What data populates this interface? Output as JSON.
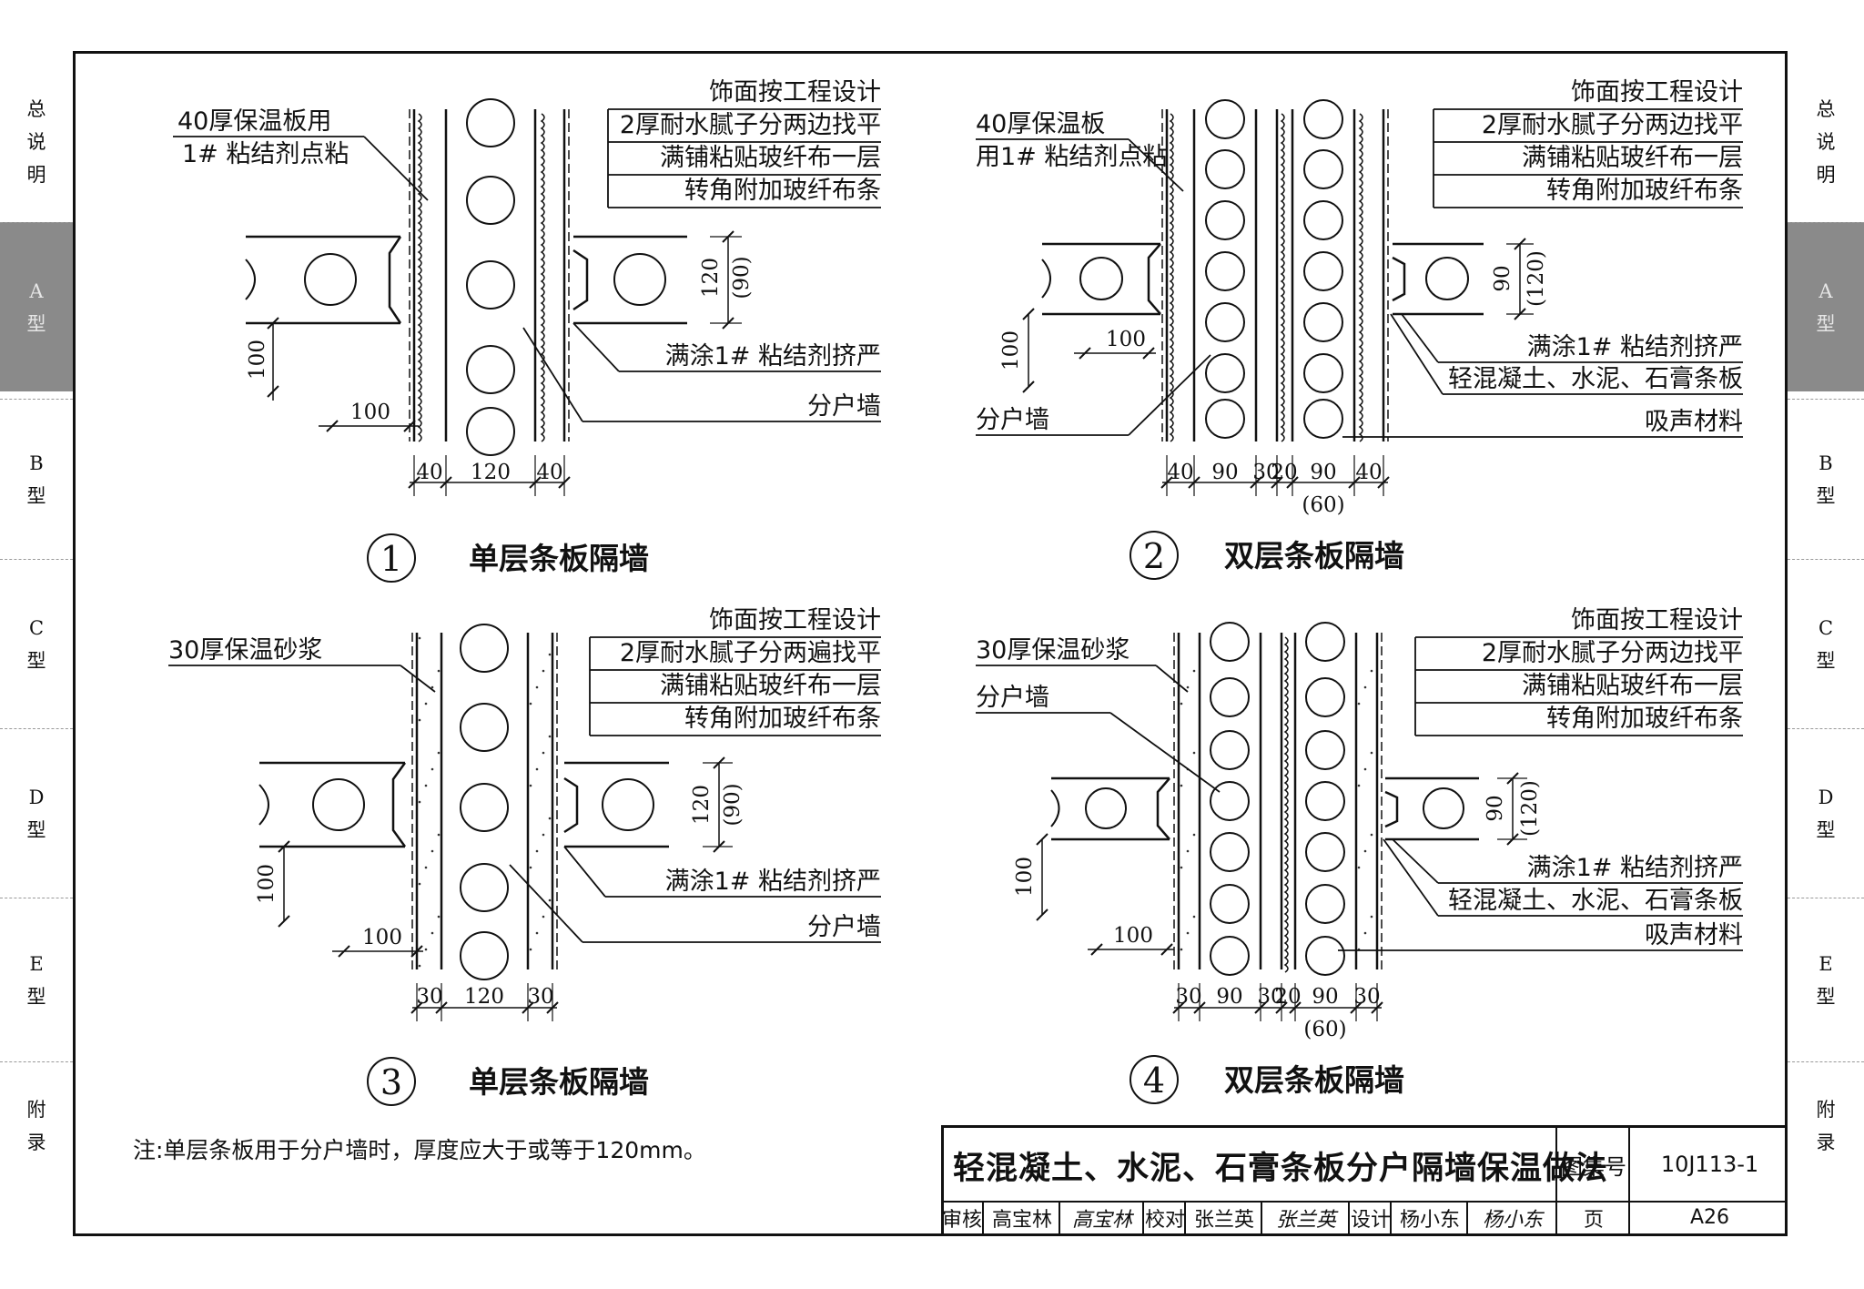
{
  "side_tabs_left": [
    {
      "text": "总说明",
      "active": false
    },
    {
      "text": "A型",
      "active": true
    },
    {
      "text": "B型",
      "active": false
    },
    {
      "text": "C型",
      "active": false
    },
    {
      "text": "D型",
      "active": false
    },
    {
      "text": "E型",
      "active": false
    },
    {
      "text": "附录",
      "active": false
    }
  ],
  "side_tabs_right": [
    {
      "text": "总说明",
      "active": false
    },
    {
      "text": "A型",
      "active": true
    },
    {
      "text": "B型",
      "active": false
    },
    {
      "text": "C型",
      "active": false
    },
    {
      "text": "D型",
      "active": false
    },
    {
      "text": "E型",
      "active": false
    },
    {
      "text": "附录",
      "active": false
    }
  ],
  "details": [
    {
      "number": "1",
      "title": "单层条板隔墙",
      "left_labels": [
        "40厚保温板用",
        "1# 粘结剂点粘"
      ],
      "right_labels": [
        "饰面按工程设计",
        "2厚耐水腻子分两边找平",
        "满铺粘贴玻纤布一层",
        "转角附加玻纤布条",
        "满涂1# 粘结剂挤严",
        "分户墙"
      ],
      "dims_bottom": [
        "40",
        "120",
        "40"
      ],
      "dim_v1": "120",
      "dim_v1_alt": "(90)",
      "dim_h": "100",
      "dim_v2": "100"
    },
    {
      "number": "2",
      "title": "双层条板隔墙",
      "left_labels": [
        "40厚保温板",
        "用1# 粘结剂点粘",
        "分户墙"
      ],
      "right_labels": [
        "饰面按工程设计",
        "2厚耐水腻子分两边找平",
        "满铺粘贴玻纤布一层",
        "转角附加玻纤布条",
        "满涂1# 粘结剂挤严",
        "轻混凝土、水泥、石膏条板",
        "吸声材料"
      ],
      "dims_bottom": [
        "40",
        "90",
        "30",
        "20",
        "90",
        "40"
      ],
      "dim_bottom_alt": "(60)",
      "dim_v1": "90",
      "dim_v1_alt": "(120)",
      "dim_h": "100",
      "dim_v2": "100"
    },
    {
      "number": "3",
      "title": "单层条板隔墙",
      "left_labels": [
        "30厚保温砂浆"
      ],
      "right_labels": [
        "饰面按工程设计",
        "2厚耐水腻子分两遍找平",
        "满铺粘贴玻纤布一层",
        "转角附加玻纤布条",
        "满涂1# 粘结剂挤严",
        "分户墙"
      ],
      "dims_bottom": [
        "30",
        "120",
        "30"
      ],
      "dim_v1": "120",
      "dim_v1_alt": "(90)",
      "dim_h": "100",
      "dim_v2": "100"
    },
    {
      "number": "4",
      "title": "双层条板隔墙",
      "left_labels": [
        "30厚保温砂浆",
        "分户墙"
      ],
      "right_labels": [
        "饰面按工程设计",
        "2厚耐水腻子分两边找平",
        "满铺粘贴玻纤布一层",
        "转角附加玻纤布条",
        "满涂1# 粘结剂挤严",
        "轻混凝土、水泥、石膏条板",
        "吸声材料"
      ],
      "dims_bottom": [
        "30",
        "90",
        "30",
        "20",
        "90",
        "30"
      ],
      "dim_bottom_alt": "(60)",
      "dim_v1": "90",
      "dim_v1_alt": "(120)",
      "dim_h": "100",
      "dim_v2": "100"
    }
  ],
  "note": "注:单层条板用于分户墙时，厚度应大于或等于120mm。",
  "title_block": {
    "title": "轻混凝土、水泥、石膏条板分户隔墙保温做法",
    "atlas_label": "图集号",
    "atlas_no": "10J113-1",
    "review_label": "审核",
    "review_name": "高宝林",
    "review_sig": "高宝林",
    "check_label": "校对",
    "check_name": "张兰英",
    "check_sig": "张兰英",
    "design_label": "设计",
    "design_name": "杨小东",
    "design_sig": "杨小东",
    "page_label": "页",
    "page_no": "A26"
  }
}
